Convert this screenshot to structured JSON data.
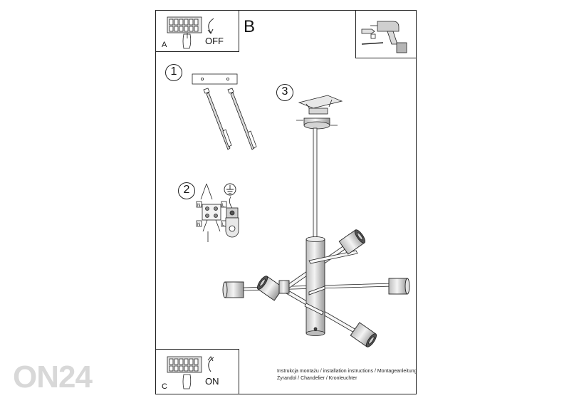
{
  "watermark": "ON24",
  "panel_a": {
    "letter": "A",
    "action": "OFF"
  },
  "section_b": {
    "letter": "B"
  },
  "panel_c": {
    "letter": "C",
    "action": "ON"
  },
  "steps": [
    "1",
    "2",
    "3"
  ],
  "wiring": {
    "terminal_n_label": "N",
    "terminal_l_label": "L"
  },
  "caption": {
    "line1": "Instrukcja montażu / installation instructions / Montageanleitung",
    "line2": "Żyrandol / Chandelier / Kronleuchter"
  },
  "tool_icon": "power-drill-icon",
  "colors": {
    "line": "#222222",
    "fill": "#d9d9d9",
    "background": "#ffffff"
  }
}
